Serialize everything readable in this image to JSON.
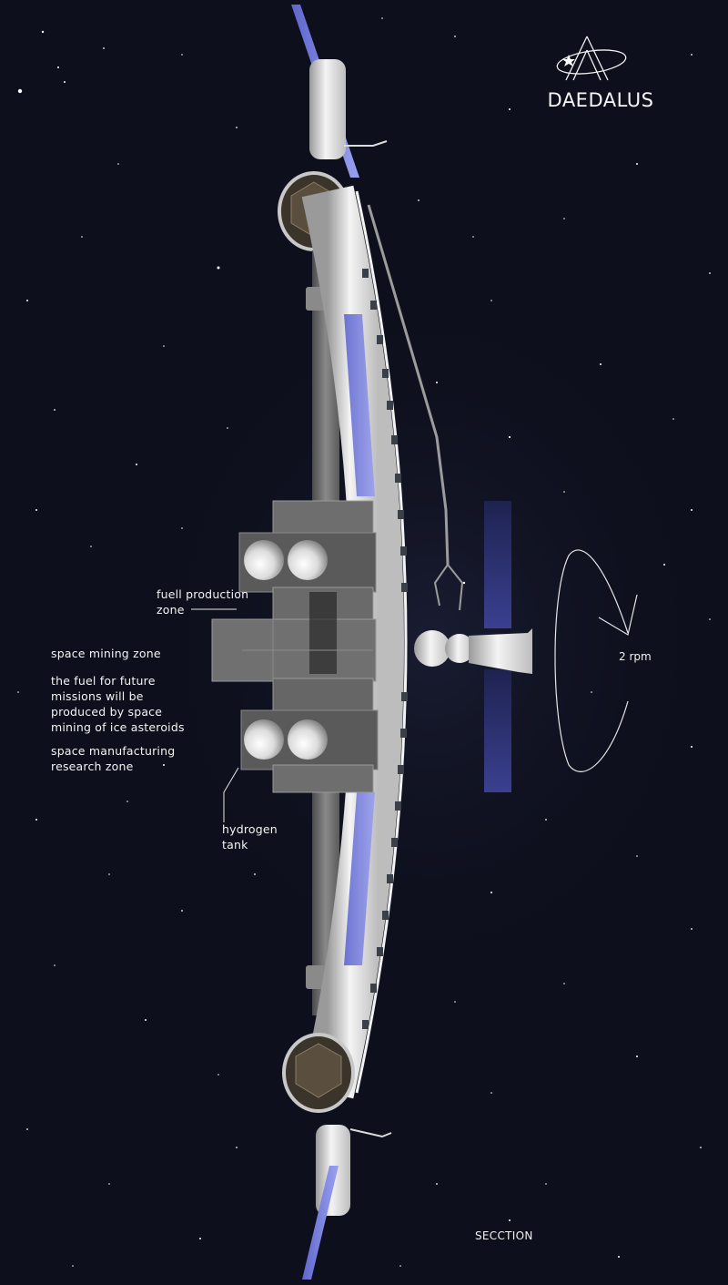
{
  "brand": {
    "name": "DAEDALUS",
    "logo_icon": "star-orbit-a-logo"
  },
  "colors": {
    "background": "#0d0f1c",
    "station_hull": "#e8e8e8",
    "solar_panel": "#7f86e0",
    "solar_panel_dark": "#2c3270",
    "module_gray": "#6e6e6e",
    "text": "#f4f4f4"
  },
  "annotations": {
    "fuel_production": {
      "line1": "fuell production",
      "line2": "zone"
    },
    "space_mining": {
      "title": "space mining zone"
    },
    "fuel_description": {
      "line1": "the fuel for future",
      "line2": "missions will be",
      "line3": "produced by space",
      "line4": "mining of ice asteroids"
    },
    "manufacturing": {
      "line1": "space manufacturing",
      "line2": "research zone"
    },
    "hydrogen_tank": {
      "line1": "hydrogen",
      "line2": "tank"
    }
  },
  "rotation": {
    "label": "2 rpm",
    "icon": "rotation-arrow-icon"
  },
  "footer": {
    "section_label": "SECCTION"
  }
}
